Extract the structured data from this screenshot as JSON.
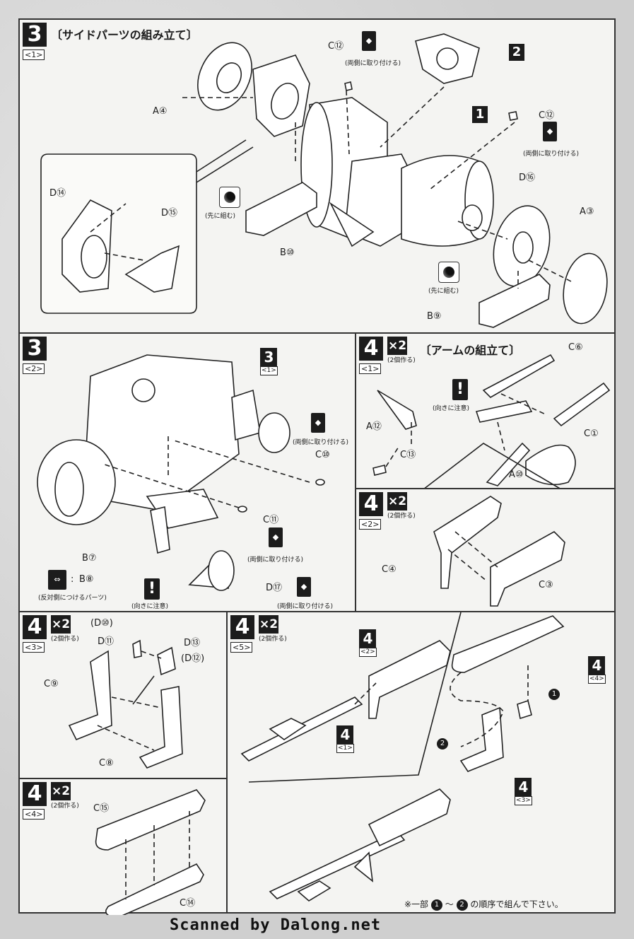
{
  "step_3_1": {
    "number": "3",
    "sub": "<1>",
    "title": "〔サイドパーツの組み立て〕",
    "part_labels": [
      "A④",
      "C⑫",
      "C⑫",
      "D⑯",
      "A③",
      "D⑭",
      "D⑮",
      "B⑩",
      "B⑨"
    ],
    "notes": [
      "(両側に取り付ける)",
      "(両側に取り付ける)",
      "(先に組む)",
      "(先に組む)"
    ],
    "callouts": [
      "2",
      "1"
    ]
  },
  "step_3_2": {
    "number": "3",
    "sub": "<2>",
    "ref": {
      "num": "3",
      "sub": "<1>"
    },
    "part_labels": [
      "C⑩",
      "C⑪",
      "B⑦",
      "B⑧",
      "D⑰"
    ],
    "b8_prefix": ":",
    "notes": [
      "(両側に取り付ける)",
      "(両側に取り付ける)",
      "(反対側につけるパーツ)",
      "(向きに注意)",
      "(両側に取り付ける)"
    ]
  },
  "step_4_1": {
    "number": "4",
    "sub": "<1>",
    "times": "×2",
    "times_note": "(2個作る)",
    "title": "〔アームの組立て〕",
    "part_labels": [
      "C⑥",
      "A⑫",
      "C⑬",
      "C①",
      "A⑩"
    ],
    "notes": [
      "(向きに注意)"
    ]
  },
  "step_4_2": {
    "number": "4",
    "sub": "<2>",
    "times": "×2",
    "times_note": "(2個作る)",
    "part_labels": [
      "C④",
      "C③"
    ]
  },
  "step_4_3": {
    "number": "4",
    "sub": "<3>",
    "times": "×2",
    "times_note": "(2個作る)",
    "part_labels": [
      "(D⑩)",
      "D⑪",
      "D⑬",
      "(D⑫)",
      "C⑨",
      "C⑧"
    ]
  },
  "step_4_4": {
    "number": "4",
    "sub": "<4>",
    "times": "×2",
    "times_note": "(2個作る)",
    "part_labels": [
      "C⑮",
      "C⑭"
    ]
  },
  "step_4_5": {
    "number": "4",
    "sub": "<5>",
    "times": "×2",
    "times_note": "(2個作る)",
    "refs": [
      {
        "num": "4",
        "sub": "<2>"
      },
      {
        "num": "4",
        "sub": "<1>"
      },
      {
        "num": "4",
        "sub": "<4>"
      },
      {
        "num": "4",
        "sub": "<3>"
      }
    ],
    "order_marks": [
      "1",
      "2"
    ],
    "footer_prefix": "※一部",
    "footer_mark1": "1",
    "footer_tilde": "～",
    "footer_mark2": "2",
    "footer_suffix": "の順序で組んで下さい。"
  },
  "watermark": "Scanned by Dalong.net",
  "colors": {
    "ink": "#1c1c1c",
    "paper": "#f4f4f2",
    "background": "#d5d5d5"
  },
  "icons": [
    "both-sides-icon",
    "warning-icon",
    "assemble-first-icon",
    "opposite-side-icon"
  ]
}
